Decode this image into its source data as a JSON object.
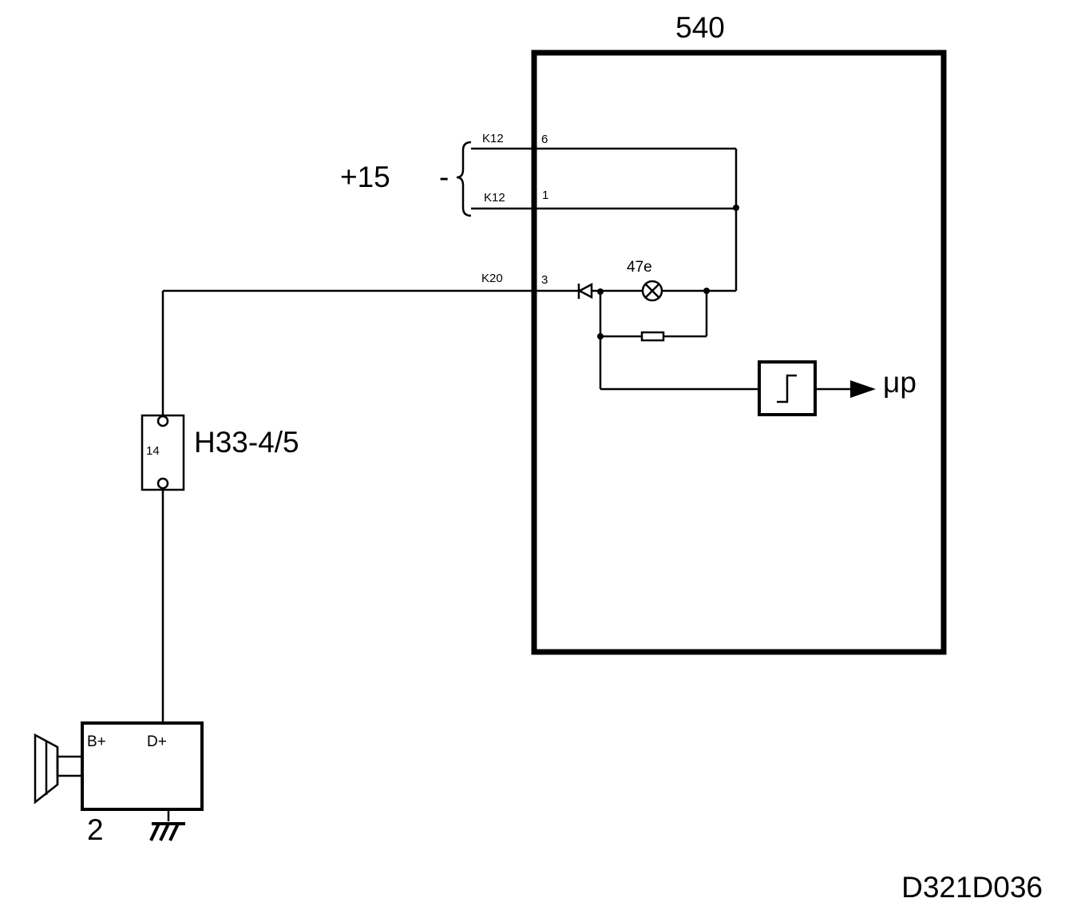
{
  "module_label": "540",
  "supply_label": "+15",
  "supply_dash": "-",
  "connector_a": "K12",
  "connector_b": "K12",
  "connector_c": "K20",
  "pin_a": "6",
  "pin_b": "1",
  "pin_c": "3",
  "lamp_label": "47e",
  "output_label": "μp",
  "connector_pin": "14",
  "connector_label": "H33-4/5",
  "alternator_b_terminal": "B+",
  "alternator_d_terminal": "D+",
  "alternator_label": "2",
  "drawing_id": "D321D036"
}
